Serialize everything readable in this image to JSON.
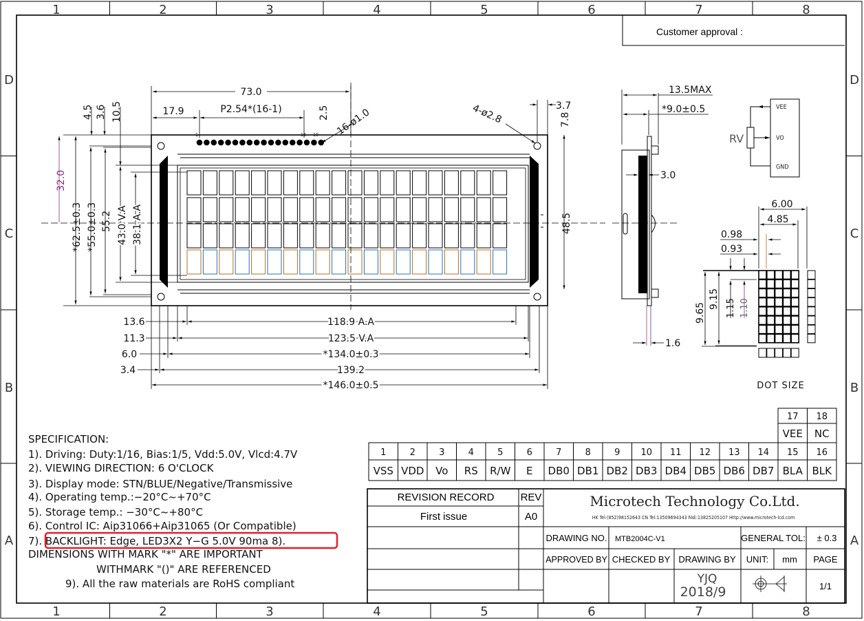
{
  "frame": {
    "columns": [
      "1",
      "2",
      "3",
      "4",
      "5",
      "6",
      "7",
      "8"
    ],
    "rows": [
      "D",
      "C",
      "B",
      "A"
    ]
  },
  "customer_approval": "Customer approval :",
  "dimensions": {
    "width_73": "73.0",
    "d17_9": "17.9",
    "pitch": "P2.54*(16-1)",
    "d2_5": "2.5",
    "pin_hole": "16-ø1.0",
    "mount_hole": "4-ø2.8",
    "d3_7": "3.7",
    "d7_8": "7.8",
    "d4_5": "4.5",
    "d3_6": "3.6",
    "d10_5": "10.5",
    "d32_0": "32.0",
    "h62_5": "*62.5±0.3",
    "h55_0": "*55.0±0.3",
    "h55_2": "55.2",
    "h43_0": "43.0  V.A",
    "h38_1": "38.1  A.A",
    "h48_5": "48.5",
    "d13_6": "13.6",
    "aa_118_9": "118.9  A.A",
    "d11_3": "11.3",
    "va_123_5": "123.5  V.A",
    "d6_0": "6.0",
    "w134": "*134.0±0.3",
    "d3_4": "3.4",
    "w139_2": "139.2",
    "w146": "*146.0±0.5",
    "pin1": "1",
    "pin16": "16",
    "pin18": "18"
  },
  "side_view": {
    "max": "13.5MAX",
    "thick": "*9.0±0.5",
    "d3_0": "3.0",
    "d1_6": "1.6"
  },
  "circuit": {
    "rv": "RV",
    "vee": "VEE",
    "vo": "VO",
    "gnd": "GND"
  },
  "dot_size": {
    "title": "DOT SIZE",
    "d6_00": "6.00",
    "d4_85": "4.85",
    "d0_98": "0.98",
    "d0_93": "0.93",
    "d9_65": "9.65",
    "d9_15": "9.15",
    "d1_15": "1.15",
    "d1_10": "1.10"
  },
  "pin_table": {
    "extra": [
      {
        "num": "17",
        "name": "VEE"
      },
      {
        "num": "18",
        "name": "NC"
      }
    ],
    "pins": [
      {
        "num": "1",
        "name": "VSS"
      },
      {
        "num": "2",
        "name": "VDD"
      },
      {
        "num": "3",
        "name": "Vo"
      },
      {
        "num": "4",
        "name": "RS"
      },
      {
        "num": "5",
        "name": "R/W"
      },
      {
        "num": "6",
        "name": "E"
      },
      {
        "num": "7",
        "name": "DB0"
      },
      {
        "num": "8",
        "name": "DB1"
      },
      {
        "num": "9",
        "name": "DB2"
      },
      {
        "num": "10",
        "name": "DB3"
      },
      {
        "num": "11",
        "name": "DB4"
      },
      {
        "num": "12",
        "name": "DB5"
      },
      {
        "num": "13",
        "name": "DB6"
      },
      {
        "num": "14",
        "name": "DB7"
      },
      {
        "num": "15",
        "name": "BLA"
      },
      {
        "num": "16",
        "name": "BLK"
      }
    ]
  },
  "specification": {
    "title": "SPECIFICATION:",
    "lines": [
      "1).  Driving:  Duty:1/16,  Bias:1/5,  Vdd:5.0V,  Vlcd:4.7V",
      "2).  VIEWING  DIRECTION:  6  O'CLOCK",
      "3).  Display  mode:  STN/BLUE/Negative/Transmissive",
      "4).  Operating  temp.:−20°C~+70°C",
      "5).  Storage  temp.:  −30°C~+80°C",
      "6).  Control  IC:  Aip31066+Aip31065  (Or  Compatible)",
      "7).  BACKLIGHT:  Edge,  LED3X2  Y−G  5.0V  90ma 8).",
      "DIMENSIONS  WITH  MARK  \"*\"  ARE  IMPORTANT",
      "WITHMARK \"()\" ARE REFERENCED",
      "9). All the raw materials are RoHS compliant"
    ],
    "highlight_color": "#e0202a"
  },
  "title_block": {
    "revision_record": "REVISION  RECORD",
    "rev": "REV",
    "first_issue": "First  issue",
    "rev_value": "A0",
    "company": "Microtech Technology Co.Ltd.",
    "contact": "HK Tel:(852)98152643  CN Tel:13509694343 FAE:13825205107 Http://www.microtech-lcd.com",
    "drawing_no_label": "DRAWING  NO.",
    "drawing_no": "MTB2004C-V1",
    "general_tol_label": "GENERAL  TOL:",
    "general_tol": "± 0.3",
    "approved_by": "APPROVED BY",
    "checked_by": "CHECKED  BY",
    "drawing_by": "DRAWING  BY",
    "unit_label": "UNIT:",
    "unit": "mm",
    "page_label": "PAGE",
    "drawer": "YJQ",
    "date": "2018/9",
    "page": "1/1"
  }
}
